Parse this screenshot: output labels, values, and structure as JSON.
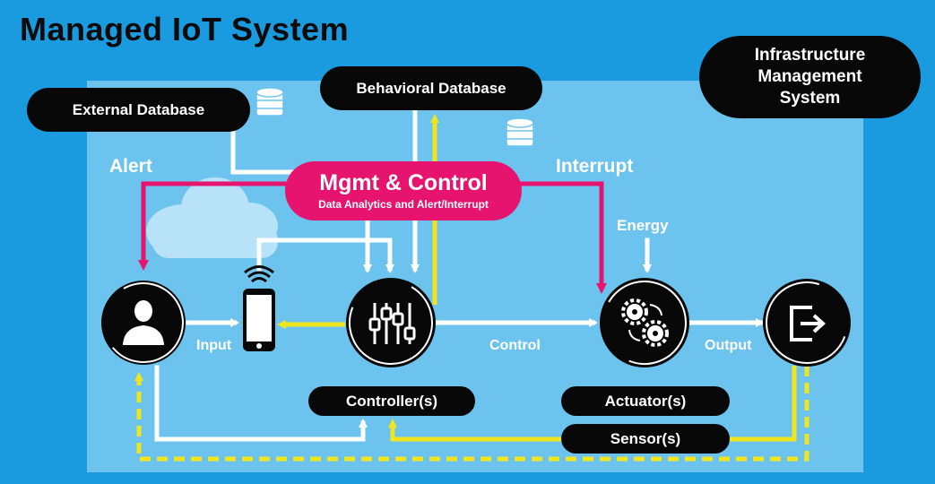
{
  "title": "Managed IoT System",
  "labels": {
    "external_db": "External Database",
    "behavioral_db": "Behavioral Database",
    "infra_mgmt": "Infrastructure Management System",
    "mgmt_control": "Mgmt & Control",
    "mgmt_sub": "Data Analytics and Alert/Interrupt",
    "alert": "Alert",
    "interrupt": "Interrupt",
    "energy": "Energy",
    "input": "Input",
    "control": "Control",
    "output": "Output",
    "controllers": "Controller(s)",
    "actuators": "Actuator(s)",
    "sensors": "Sensor(s)"
  },
  "colors": {
    "background": "#1a9be0",
    "panel": "#6cc3ee",
    "mgmt": "#e6146e",
    "alert_line": "#e6146e",
    "feedback_line": "#f0e51e",
    "flow_line": "#ffffff",
    "node": "#080808"
  },
  "icons": [
    "database-icon",
    "cloud-icon",
    "user-icon",
    "smartphone-icon",
    "sliders-icon",
    "gears-icon",
    "exit-icon"
  ]
}
